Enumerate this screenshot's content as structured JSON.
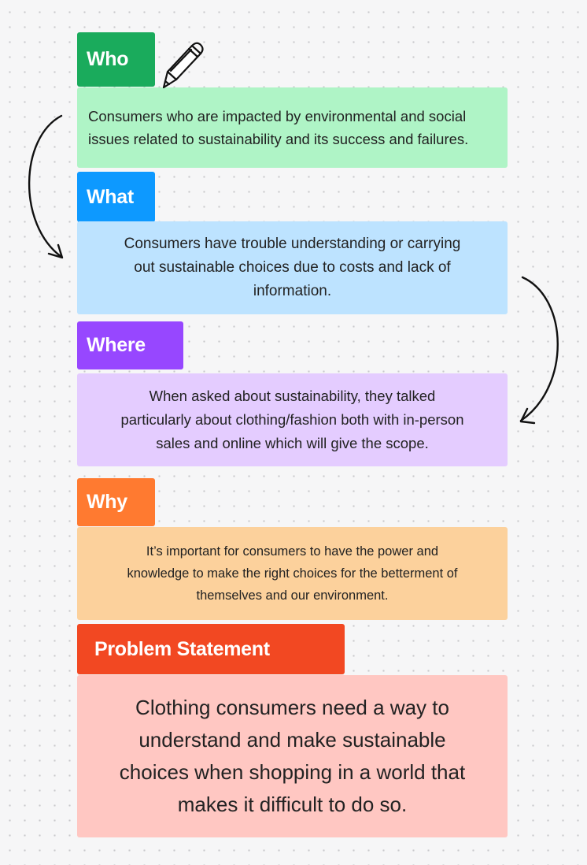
{
  "sections": {
    "who": {
      "label": "Who",
      "lines": [
        "Consumers who are impacted by environmental and social",
        "issues related to sustainability and its success and failures."
      ]
    },
    "what": {
      "label": "What",
      "lines": [
        "Consumers have trouble understanding or carrying",
        "out sustainable choices due to costs and lack of",
        "information."
      ]
    },
    "where": {
      "label": "Where",
      "lines": [
        "When asked about sustainability, they talked",
        "particularly about clothing/fashion both with in-person",
        "sales and online which will give the scope."
      ]
    },
    "why": {
      "label": "Why",
      "lines": [
        "It’s important for consumers to have the power and",
        "knowledge to make the right choices for the betterment of",
        "themselves and our environment."
      ]
    },
    "problem": {
      "label": "Problem Statement",
      "lines": [
        "Clothing consumers need a way to",
        "understand and make sustainable",
        "choices when shopping in a world that",
        "makes it difficult to do so."
      ]
    }
  },
  "colors": {
    "who_tag": "#1aab5c",
    "who_box": "#aff4c6",
    "what_tag": "#0d99ff",
    "what_box": "#bde3ff",
    "where_tag": "#9747ff",
    "where_box": "#e4ccff",
    "why_tag": "#ff7a30",
    "why_box": "#fcd19c",
    "problem_tag": "#f24822",
    "problem_box": "#ffc7c2"
  },
  "icons": [
    "pencil-icon",
    "curved-arrow-icon"
  ]
}
